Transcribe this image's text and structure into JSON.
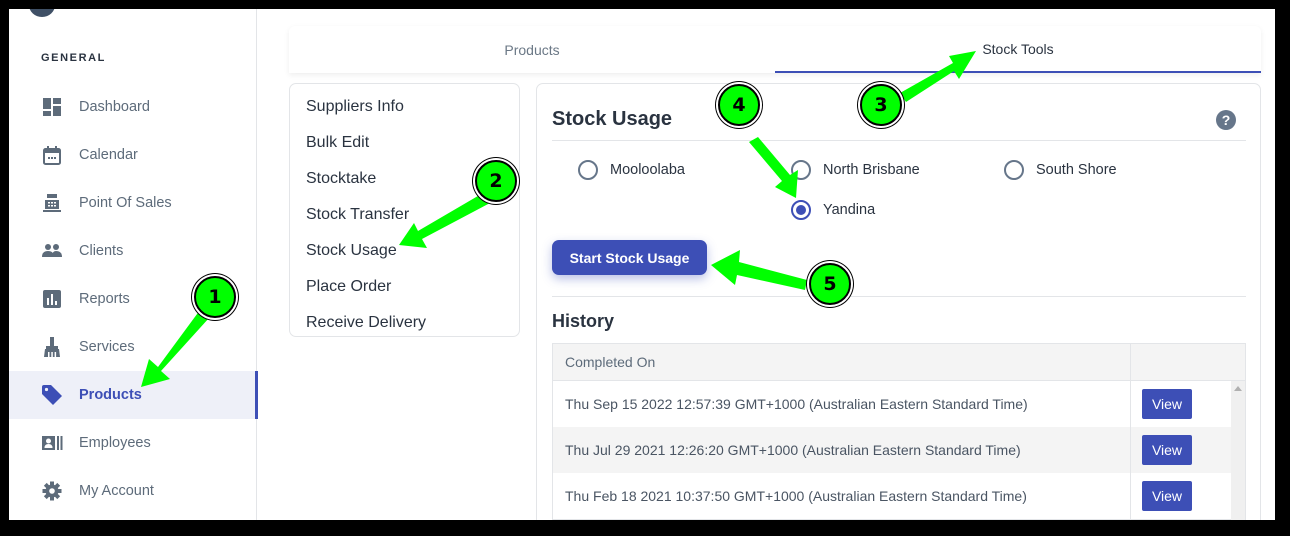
{
  "sidebar": {
    "section_title": "GENERAL",
    "items": [
      {
        "label": "Dashboard",
        "icon": "dashboard-icon"
      },
      {
        "label": "Calendar",
        "icon": "calendar-icon"
      },
      {
        "label": "Point Of Sales",
        "icon": "cash-register-icon"
      },
      {
        "label": "Clients",
        "icon": "users-icon"
      },
      {
        "label": "Reports",
        "icon": "bar-chart-icon"
      },
      {
        "label": "Services",
        "icon": "broom-icon"
      },
      {
        "label": "Products",
        "icon": "tag-icon",
        "active": true
      },
      {
        "label": "Employees",
        "icon": "id-card-icon"
      },
      {
        "label": "My Account",
        "icon": "gear-icon"
      }
    ]
  },
  "tabs": [
    {
      "label": "Products",
      "active": false
    },
    {
      "label": "Stock Tools",
      "active": true
    }
  ],
  "submenu": {
    "items": [
      "Suppliers Info",
      "Bulk Edit",
      "Stocktake",
      "Stock Transfer",
      "Stock Usage",
      "Place Order",
      "Receive Delivery"
    ]
  },
  "panel": {
    "title": "Stock Usage",
    "help_icon": "?",
    "locations": [
      {
        "label": "Mooloolaba",
        "checked": false
      },
      {
        "label": "North Brisbane",
        "checked": false
      },
      {
        "label": "South Shore",
        "checked": false
      },
      {
        "label": "Yandina",
        "checked": true
      }
    ],
    "start_button": "Start Stock Usage",
    "history_title": "History",
    "table": {
      "headers": [
        "Completed On",
        ""
      ],
      "rows": [
        {
          "completed_on": "Thu Sep 15 2022 12:57:39 GMT+1000 (Australian Eastern Standard Time)",
          "action": "View"
        },
        {
          "completed_on": "Thu Jul 29 2021 12:26:20 GMT+1000 (Australian Eastern Standard Time)",
          "action": "View"
        },
        {
          "completed_on": "Thu Feb 18 2021 10:37:50 GMT+1000 (Australian Eastern Standard Time)",
          "action": "View"
        }
      ]
    }
  },
  "annotations": {
    "markers": [
      "1",
      "2",
      "3",
      "4",
      "5"
    ],
    "color": "#00ff00"
  },
  "colors": {
    "accent": "#3d4fb6",
    "text": "#2a3340",
    "muted": "#5d6b7a"
  }
}
